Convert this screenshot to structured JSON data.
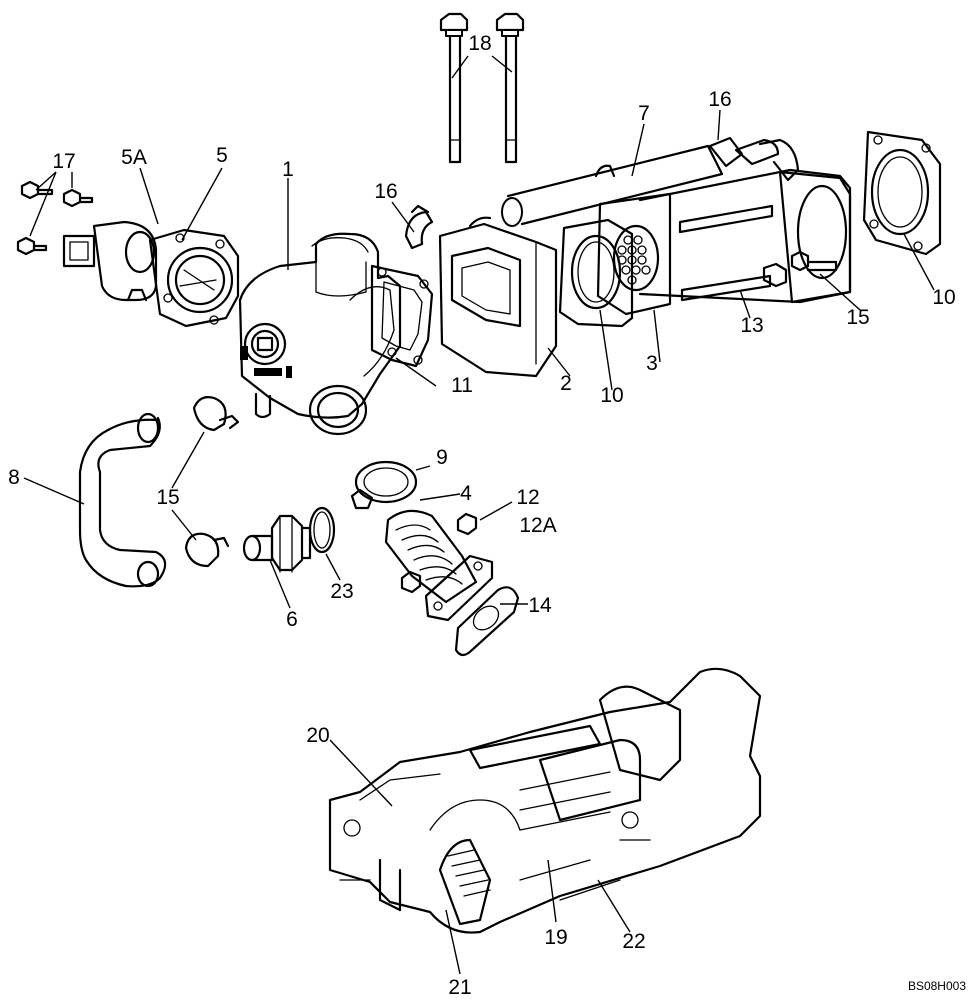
{
  "figure_code": "BS08H003",
  "callouts": {
    "c1": "1",
    "c2": "2",
    "c3": "3",
    "c4": "4",
    "c5": "5",
    "c5a": "5A",
    "c6": "6",
    "c7": "7",
    "c8": "8",
    "c9": "9",
    "c10a": "10",
    "c10b": "10",
    "c11": "11",
    "c12": "12",
    "c12a": "12A",
    "c13": "13",
    "c14": "14",
    "c15a": "15",
    "c15b": "15",
    "c16a": "16",
    "c16b": "16",
    "c17": "17",
    "c18": "18",
    "c19": "19",
    "c20": "20",
    "c21": "21",
    "c22": "22",
    "c23": "23"
  }
}
